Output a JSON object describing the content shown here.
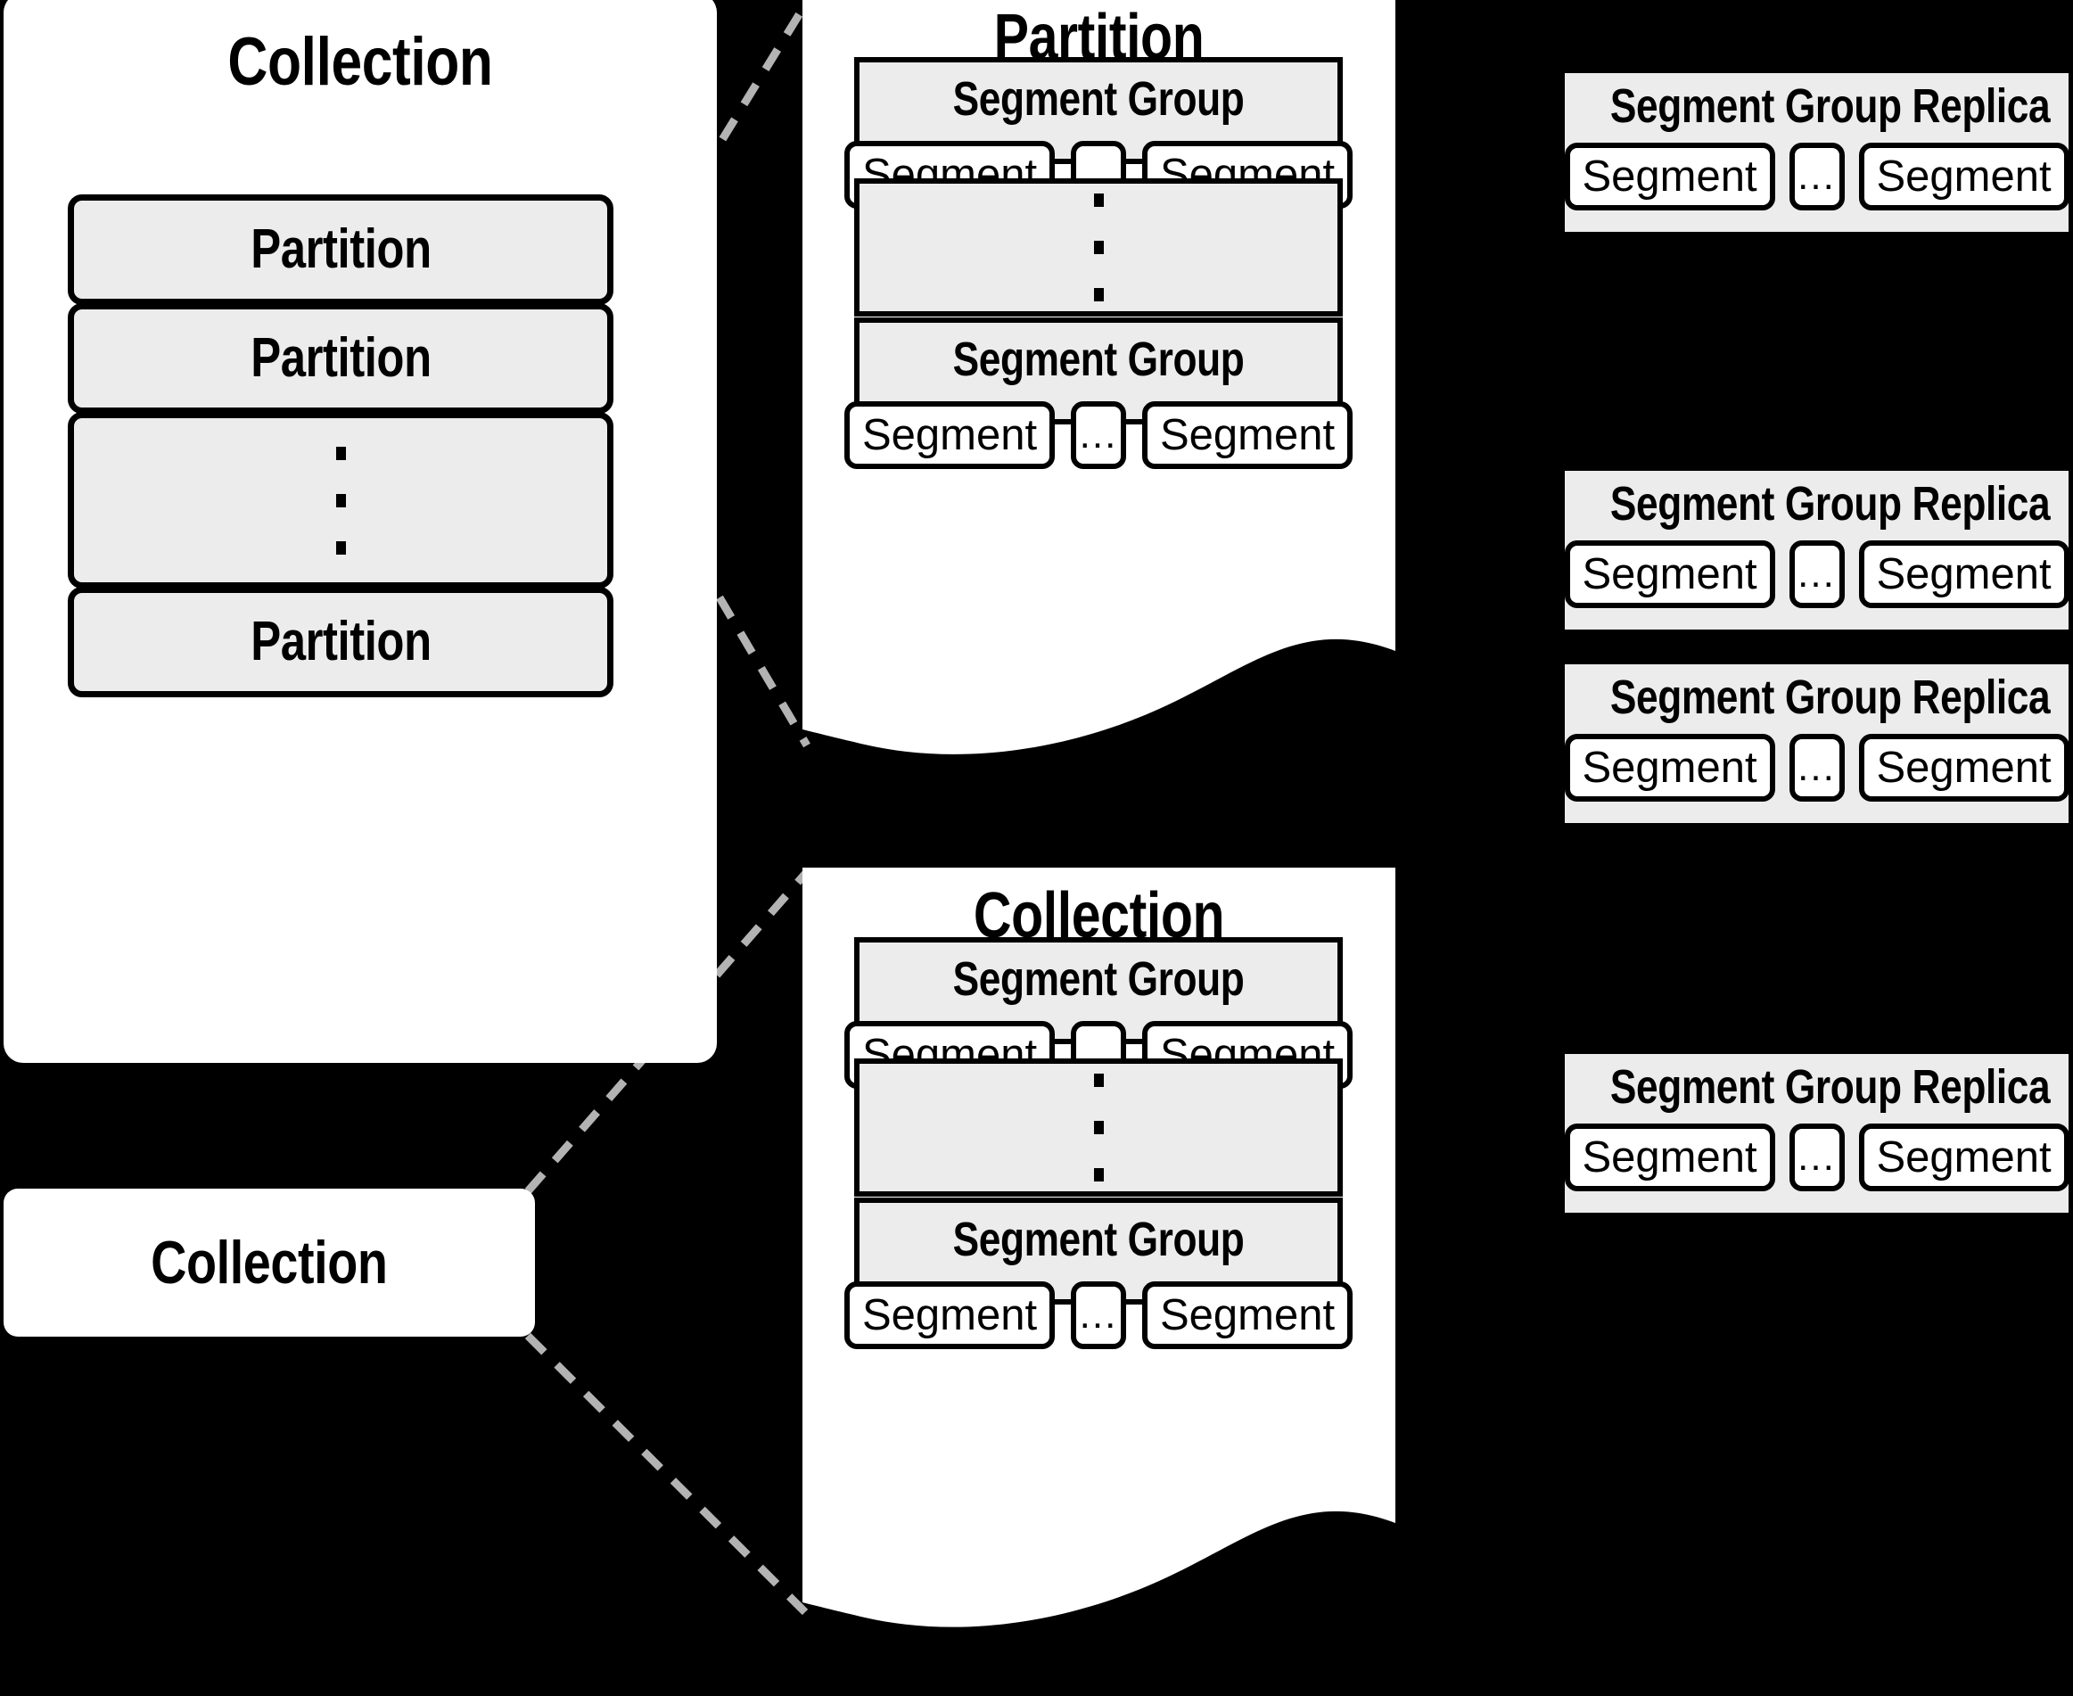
{
  "diagram": {
    "title": "Collection / Partition / Segment Group hierarchy",
    "background_color": "#000000",
    "panel_color": "#ffffff",
    "box_fill_color": "#ececec",
    "stroke_color": "#000000",
    "connector_color": "#b3b3b3"
  },
  "top_section": {
    "collection_card": {
      "title": "Collection",
      "partitions": [
        {
          "label": "Partition"
        },
        {
          "label": "Partition"
        },
        {
          "label": "",
          "is_ellipsis": true
        },
        {
          "label": "Partition"
        }
      ]
    },
    "detail_panel": {
      "title": "Partition",
      "segment_groups": [
        {
          "title": "Segment Group",
          "segments": [
            "Segment",
            "...",
            "Segment"
          ]
        },
        {
          "title": "",
          "is_ellipsis": true,
          "segments": []
        },
        {
          "title": "Segment Group",
          "segments": [
            "Segment",
            "...",
            "Segment"
          ]
        }
      ]
    },
    "replicas": [
      {
        "title": "Segment Group Replica",
        "segments": [
          "Segment",
          "...",
          "Segment"
        ]
      },
      {
        "title": "Segment Group Replica",
        "segments": [
          "Segment",
          "...",
          "Segment"
        ]
      }
    ]
  },
  "bottom_section": {
    "collection_card": {
      "title": "Collection"
    },
    "detail_panel": {
      "title": "Collection",
      "segment_groups": [
        {
          "title": "Segment Group",
          "segments": [
            "Segment",
            "...",
            "Segment"
          ]
        },
        {
          "title": "",
          "is_ellipsis": true,
          "segments": []
        },
        {
          "title": "Segment Group",
          "segments": [
            "Segment",
            "...",
            "Segment"
          ]
        }
      ]
    },
    "replicas": [
      {
        "title": "Segment Group Replica",
        "segments": [
          "Segment",
          "...",
          "Segment"
        ]
      },
      {
        "title": "Segment Group Replica",
        "segments": [
          "Segment",
          "...",
          "Segment"
        ]
      }
    ]
  }
}
